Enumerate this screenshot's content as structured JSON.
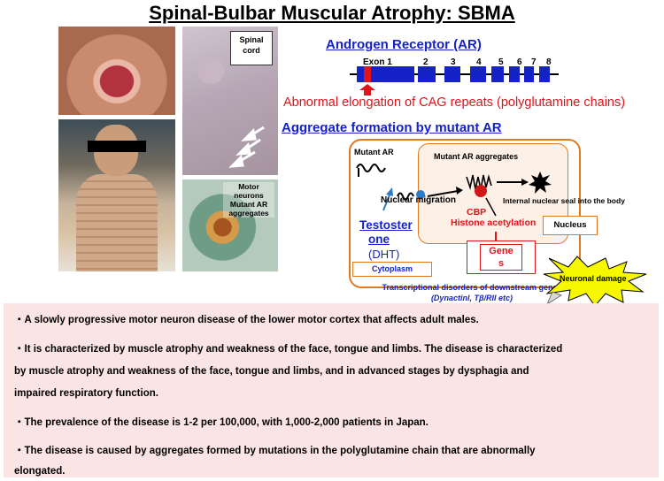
{
  "title": "Spinal-Bulbar Muscular Atrophy: SBMA",
  "photos": {
    "spinal_cord_label": "Spinal cord",
    "neuron_label_line1": "Motor",
    "neuron_label_line2": "neurons",
    "neuron_label_line3": "Mutant AR",
    "neuron_label_line4": "aggregates"
  },
  "gene_map": {
    "heading": "Androgen Receptor (AR)",
    "exons": [
      "Exon 1",
      "2",
      "3",
      "4",
      "5",
      "6",
      "7",
      "8"
    ],
    "cag_text": "Abnormal elongation of CAG repeats (polyglutamine chains)"
  },
  "aggregate": {
    "heading": "Aggregate formation by mutant AR",
    "mutant_ar": "Mutant AR",
    "mutant_ar_aggregates": "Mutant AR aggregates",
    "nuclear_migration": "Nuclear migration",
    "internal_seal": "Internal nuclear seal into the body",
    "cbp": "CBP",
    "histone": "Histone acetylation",
    "nucleus": "Nucleus",
    "testosterone_line1": "Testoster",
    "testosterone_line2": "one",
    "dht": "(DHT)",
    "cytoplasm": "Cytoplasm",
    "genes_line1": "Gene",
    "genes_line2": "s",
    "transcription_line1": "Transcriptional disorders of downstream genes",
    "transcription_line2": "(Dynactinl, Tβ/RII   etc)",
    "neuronal_damage": "Neuronal damage"
  },
  "bullets": [
    "・A slowly progressive motor neuron disease of the lower motor cortex that affects adult males.",
    "・It is characterized by muscle atrophy and weakness of the face, tongue and limbs. The disease is characterized",
    "  by muscle atrophy and weakness of the face, tongue and limbs, and in advanced stages by dysphagia and",
    "  impaired respiratory function.",
    "・The prevalence of the disease is 1-2 per 100,000, with 1,000-2,000 patients in Japan.",
    "・The disease is caused by aggregates formed by mutations in the polyglutamine chain that are abnormally",
    "  elongated."
  ],
  "colors": {
    "heading_blue": "#1522c8",
    "exon_blue": "#1522c8",
    "accent_red": "#e0141b",
    "box_orange": "#e07a21",
    "panel_pink": "#fbe4e4",
    "burst_yellow": "#f7f700"
  }
}
